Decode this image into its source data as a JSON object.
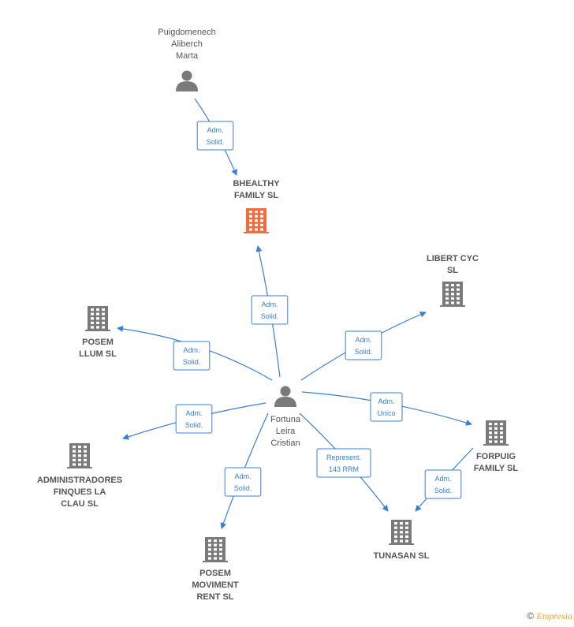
{
  "colors": {
    "edge": "#3a7fd5",
    "company": "#7a7a7a",
    "company_focus": "#f26b3a",
    "person": "#7a7a7a"
  },
  "nodes": [
    {
      "id": "puig",
      "kind": "person",
      "icon": "person-icon",
      "label": [
        "Puigdomenech",
        "Aliberch",
        "Marta"
      ]
    },
    {
      "id": "bheal",
      "kind": "company",
      "icon": "building-icon",
      "label": [
        "BHEALTHY",
        "FAMILY  SL"
      ],
      "focus": true
    },
    {
      "id": "libert",
      "kind": "company",
      "icon": "building-icon",
      "label": [
        "LIBERT CYC",
        "SL"
      ]
    },
    {
      "id": "posemL",
      "kind": "company",
      "icon": "building-icon",
      "label": [
        "POSEM",
        "LLUM  SL"
      ]
    },
    {
      "id": "fort",
      "kind": "person",
      "icon": "person-icon",
      "label": [
        "Fortuna",
        "Leira",
        "Cristian"
      ]
    },
    {
      "id": "admin",
      "kind": "company",
      "icon": "building-icon",
      "label": [
        "ADMINISTRADORES",
        "FINQUES LA",
        "CLAU  SL"
      ]
    },
    {
      "id": "forp",
      "kind": "company",
      "icon": "building-icon",
      "label": [
        "FORPUIG",
        "FAMILY  SL"
      ]
    },
    {
      "id": "tuna",
      "kind": "company",
      "icon": "building-icon",
      "label": [
        "TUNASAN  SL"
      ]
    },
    {
      "id": "posemM",
      "kind": "company",
      "icon": "building-icon",
      "label": [
        "POSEM",
        "MOVIMENT",
        "RENT  SL"
      ]
    }
  ],
  "edges": [
    {
      "from": "puig",
      "to": "bheal",
      "label": [
        "Adm.",
        "Solid."
      ]
    },
    {
      "from": "fort",
      "to": "bheal",
      "label": [
        "Adm.",
        "Solid."
      ]
    },
    {
      "from": "fort",
      "to": "libert",
      "label": [
        "Adm.",
        "Solid."
      ]
    },
    {
      "from": "fort",
      "to": "posemL",
      "label": [
        "Adm.",
        "Solid."
      ]
    },
    {
      "from": "fort",
      "to": "admin",
      "label": [
        "Adm.",
        "Solid."
      ]
    },
    {
      "from": "fort",
      "to": "forp",
      "label": [
        "Adm.",
        "Unico"
      ]
    },
    {
      "from": "fort",
      "to": "tuna",
      "label": [
        "Represent.",
        "143 RRM"
      ]
    },
    {
      "from": "fort",
      "to": "posemM",
      "label": [
        "Adm.",
        "Solid."
      ]
    },
    {
      "from": "forp",
      "to": "tuna",
      "label": [
        "Adm.",
        "Solid."
      ]
    }
  ],
  "footer": {
    "copyright_symbol": "©",
    "brand": "Empresia"
  }
}
